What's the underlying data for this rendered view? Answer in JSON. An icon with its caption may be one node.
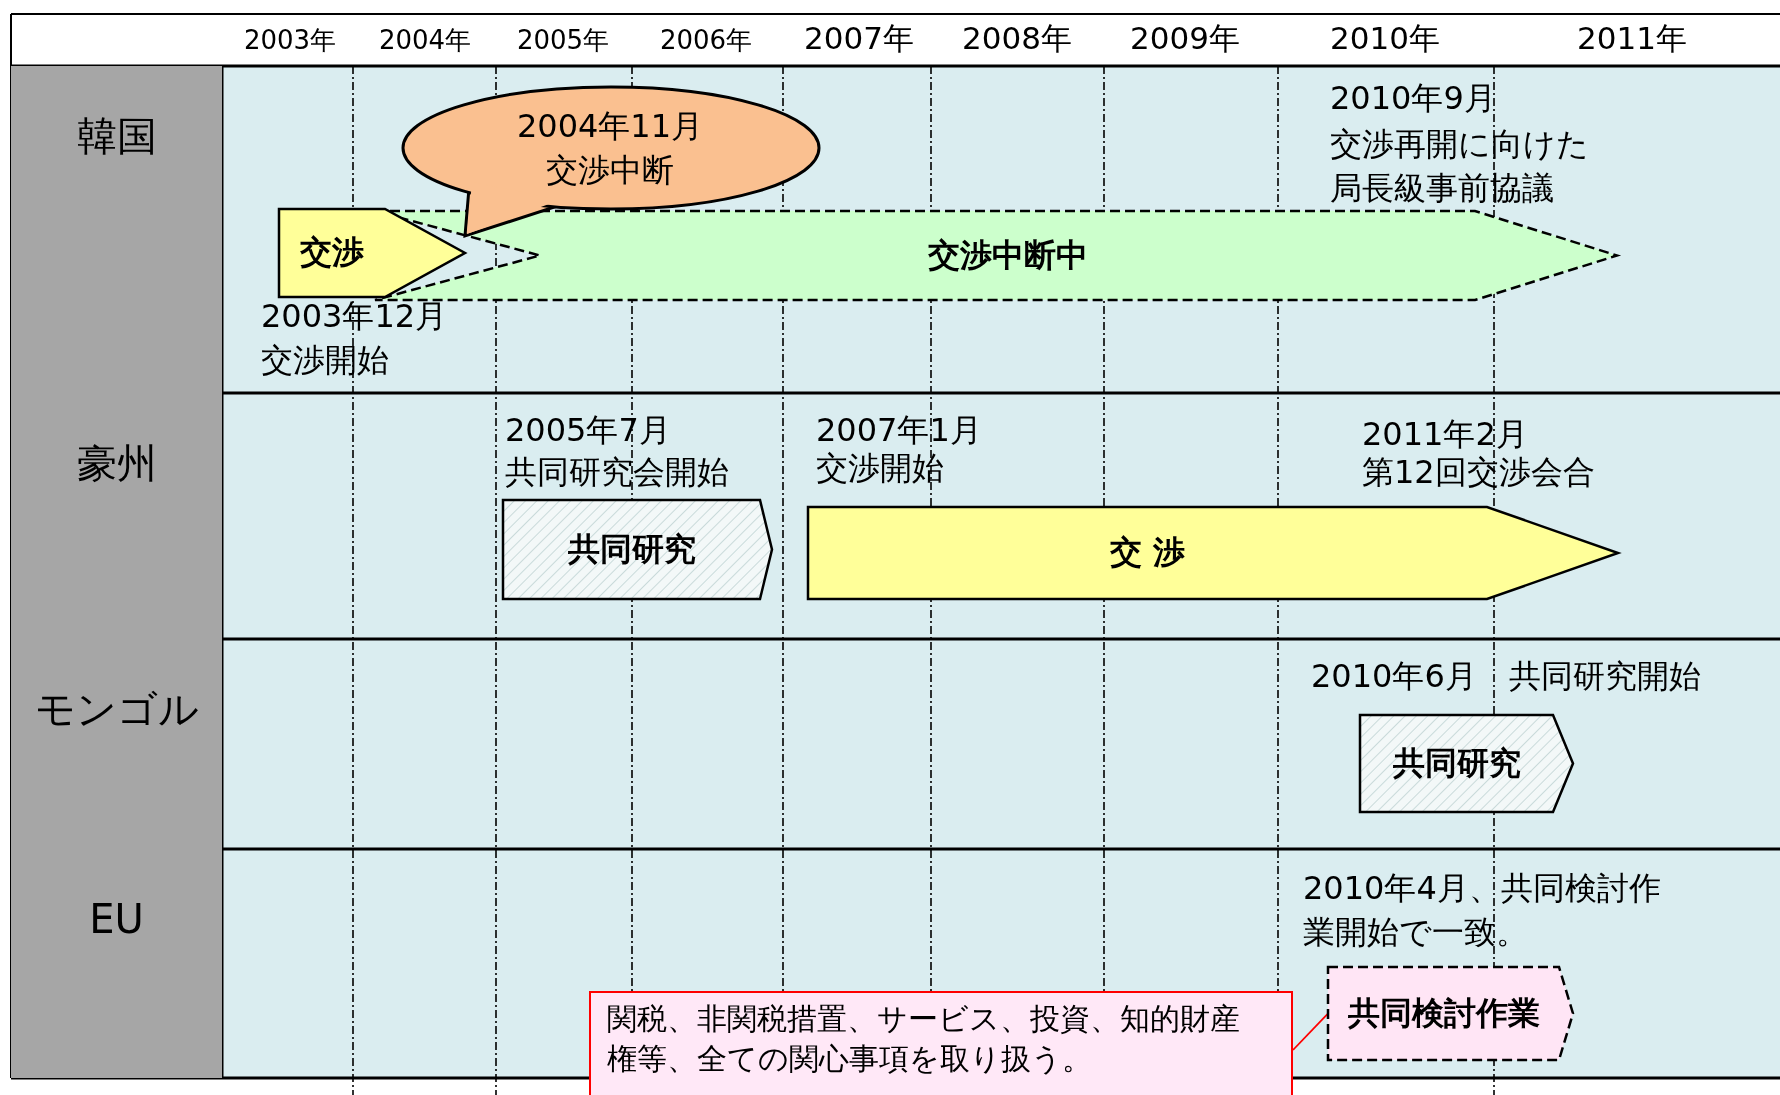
{
  "diagram": {
    "nodes": [
      {
        "text": [
          "韓国"
        ]
      },
      {
        "text": [
          "2004年11月",
          "交渉中断"
        ]
      },
      {
        "text": [
          "交渉"
        ]
      },
      {
        "text": [
          "交渉中断中"
        ]
      },
      {
        "text": [
          "豪州"
        ]
      },
      {
        "text": [
          "共同研究"
        ]
      },
      {
        "text": [
          "交 渉"
        ]
      },
      {
        "text": [
          "モンゴル"
        ]
      },
      {
        "text": [
          "共同研究"
        ]
      },
      {
        "text": [
          "EU"
        ]
      },
      {
        "text": [
          "共同検討作業"
        ]
      },
      {
        "text": [
          "関税、非関税措置、サービス、投資、知的財産権等、全ての関心事項を取り扱う。"
        ]
      }
    ],
    "edges": [
      {
        "from": 11,
        "to": 10,
        "arrow": "none"
      }
    ],
    "labels": [
      "2003年",
      "2004年",
      "2005年",
      "2006年",
      "2007年",
      "2008年",
      "2009年",
      "2010年",
      "2011年",
      "2010年9月",
      "交渉再開に向けた局長級事前協議",
      "2003年12月",
      "交渉開始",
      "2005年7月",
      "共同研究会開始",
      "2007年1月",
      "交渉開始",
      "2011年2月",
      "第12回交渉会合",
      "2010年6月　共同研究開始",
      "2010年4月、共同検討作業開始で一致。"
    ]
  }
}
